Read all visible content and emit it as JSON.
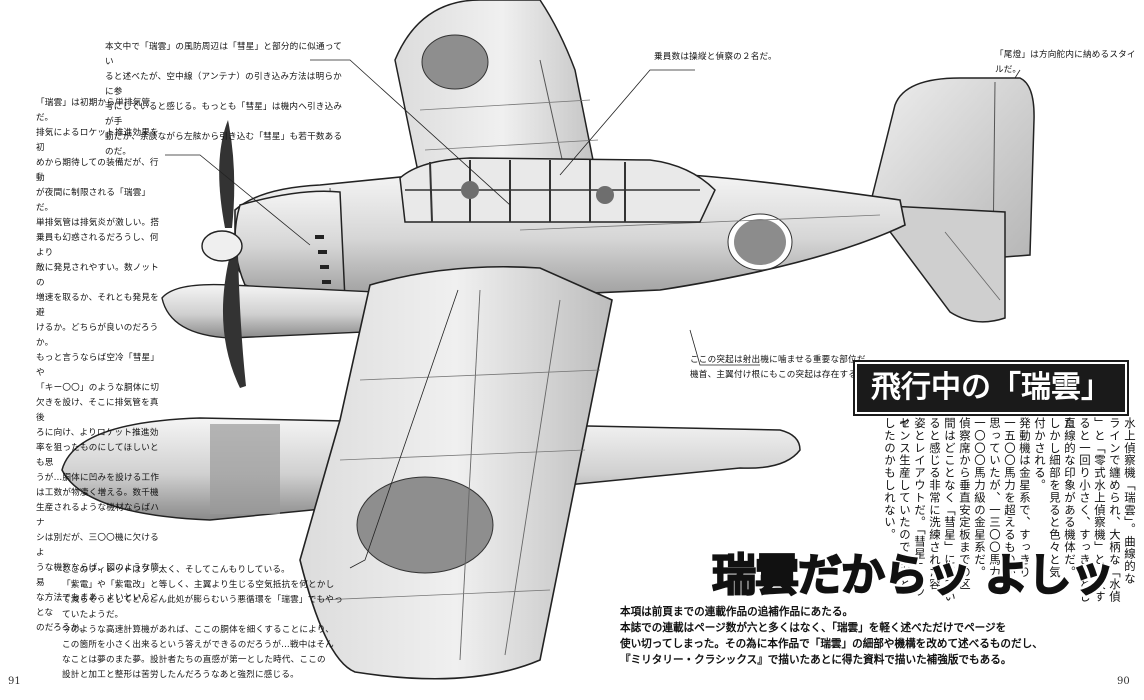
{
  "page_numbers": {
    "left": "91",
    "right": "90"
  },
  "annotations": {
    "antenna_note": "本文中で「瑞雲」の風防周辺は「彗星」と部分的に似通ってい\nると述べたが、空中線（アンテナ）の引き込み方法は明らかに参\n考にしていると感じる。もっとも「彗星」は機内へ引き込みが手\n動だが、余談ながら左舷から引き込む「彗星」も若干数あるのだ。",
    "crew_note": "乗員数は操縦と偵察の２名だ。",
    "tail_light_note": "「尾燈」は方向舵内に納めるスタイルだ。",
    "exhaust_note": "「瑞雲」は初期から単排気管だ。\n排気によるロケット推進効果を初\nめから期待しての装備だが、行動\nが夜間に制限される「瑞雲」だ。\n単排気管は排気炎が激しい。搭\n乗員も幻惑されるだろうし、何より\n敵に発見されやすい。数ノットの\n増速を取るか、それとも発見を避\nけるか。どちらが良いのだろうか。\nもっと言うならば空冷「彗星」や\n「キー〇〇」のような胴体に切\n欠きを設け、そこに排気管を真後\nろに向け、よりロケット推進効\n率を狙ったものにしてほしいとも思\nうが…胴体に凹みを設ける工作\nは工数が物凄く増える。数千機\n生産されるような機材ならばハナ\nシは別だが、三〇〇機に欠けるよ\nうな機数ならば、図のような簡易\nな方法でもまあ、よいということな\nのだろうか。",
    "catapult_note": "ここの突起は射出機に噛ませる重要な部位だ。\n機首、主翼付け根にもこの突起は存在する。",
    "fillet_note": "ここのフィレットはブッ太く、そしてこんもりしている。\n「紫電」や「紫電改」と等しく、主翼より生じる空気抵抗を何とかし\nて減らそうとしてどんどん此処が膨らむいう悪循環を「瑞雲」でもやっ\nていたようだ。\n今のような高速計算機があれば、ここの胴体を細くすることにより、\nこの箇所を小さく出来るという答えができるのだろうが…戦中はそん\nなことは夢のまた夢。設計者たちの直感が第一とした時代、ここの\n設計と加工と整形は苦労したんだろうなあと強烈に感じる。"
  },
  "section1": {
    "title": "飛行中の「瑞雲」",
    "columns": [
      "水上偵察機「瑞雲」。曲線的な",
      "ラインで纏められ、大柄な「水偵",
      "」と「零式水上偵察機」と比較す",
      "ると一回り小さく、すっきりとした",
      "直線的な印象がある機体だ。",
      "しかし細部を見ると色々と気",
      "付かされる。",
      "発動機は金星系で、すっきり",
      "一五〇〇馬力を超えるものかと",
      "思っていたが、一三〇〇馬力",
      "一〇〇〇馬力級の金星系だ。",
      "偵察席から垂直安定板までの区",
      "間はどことなく「彗星」に似てい",
      "ると感じる非常に洗練された容",
      "姿とレイアウトだ。「彗星」をライ",
      "センス生産していたので参考と",
      "したのかもしれない。"
    ]
  },
  "section2": {
    "title": "瑞雲だからッ よしッ",
    "intro": "本項は前頁までの連載作品の追補作品にあたる。\n本誌での連載はページ数が六と多くはなく、「瑞雲」を軽く述べただけでページを\n使い切ってしまった。その為に本作品で「瑞雲」の細部や機構を改めて述べるものだし、\n『ミリタリー・クラシックス』で描いたあとに得た資料で描いた補強版でもある。"
  }
}
